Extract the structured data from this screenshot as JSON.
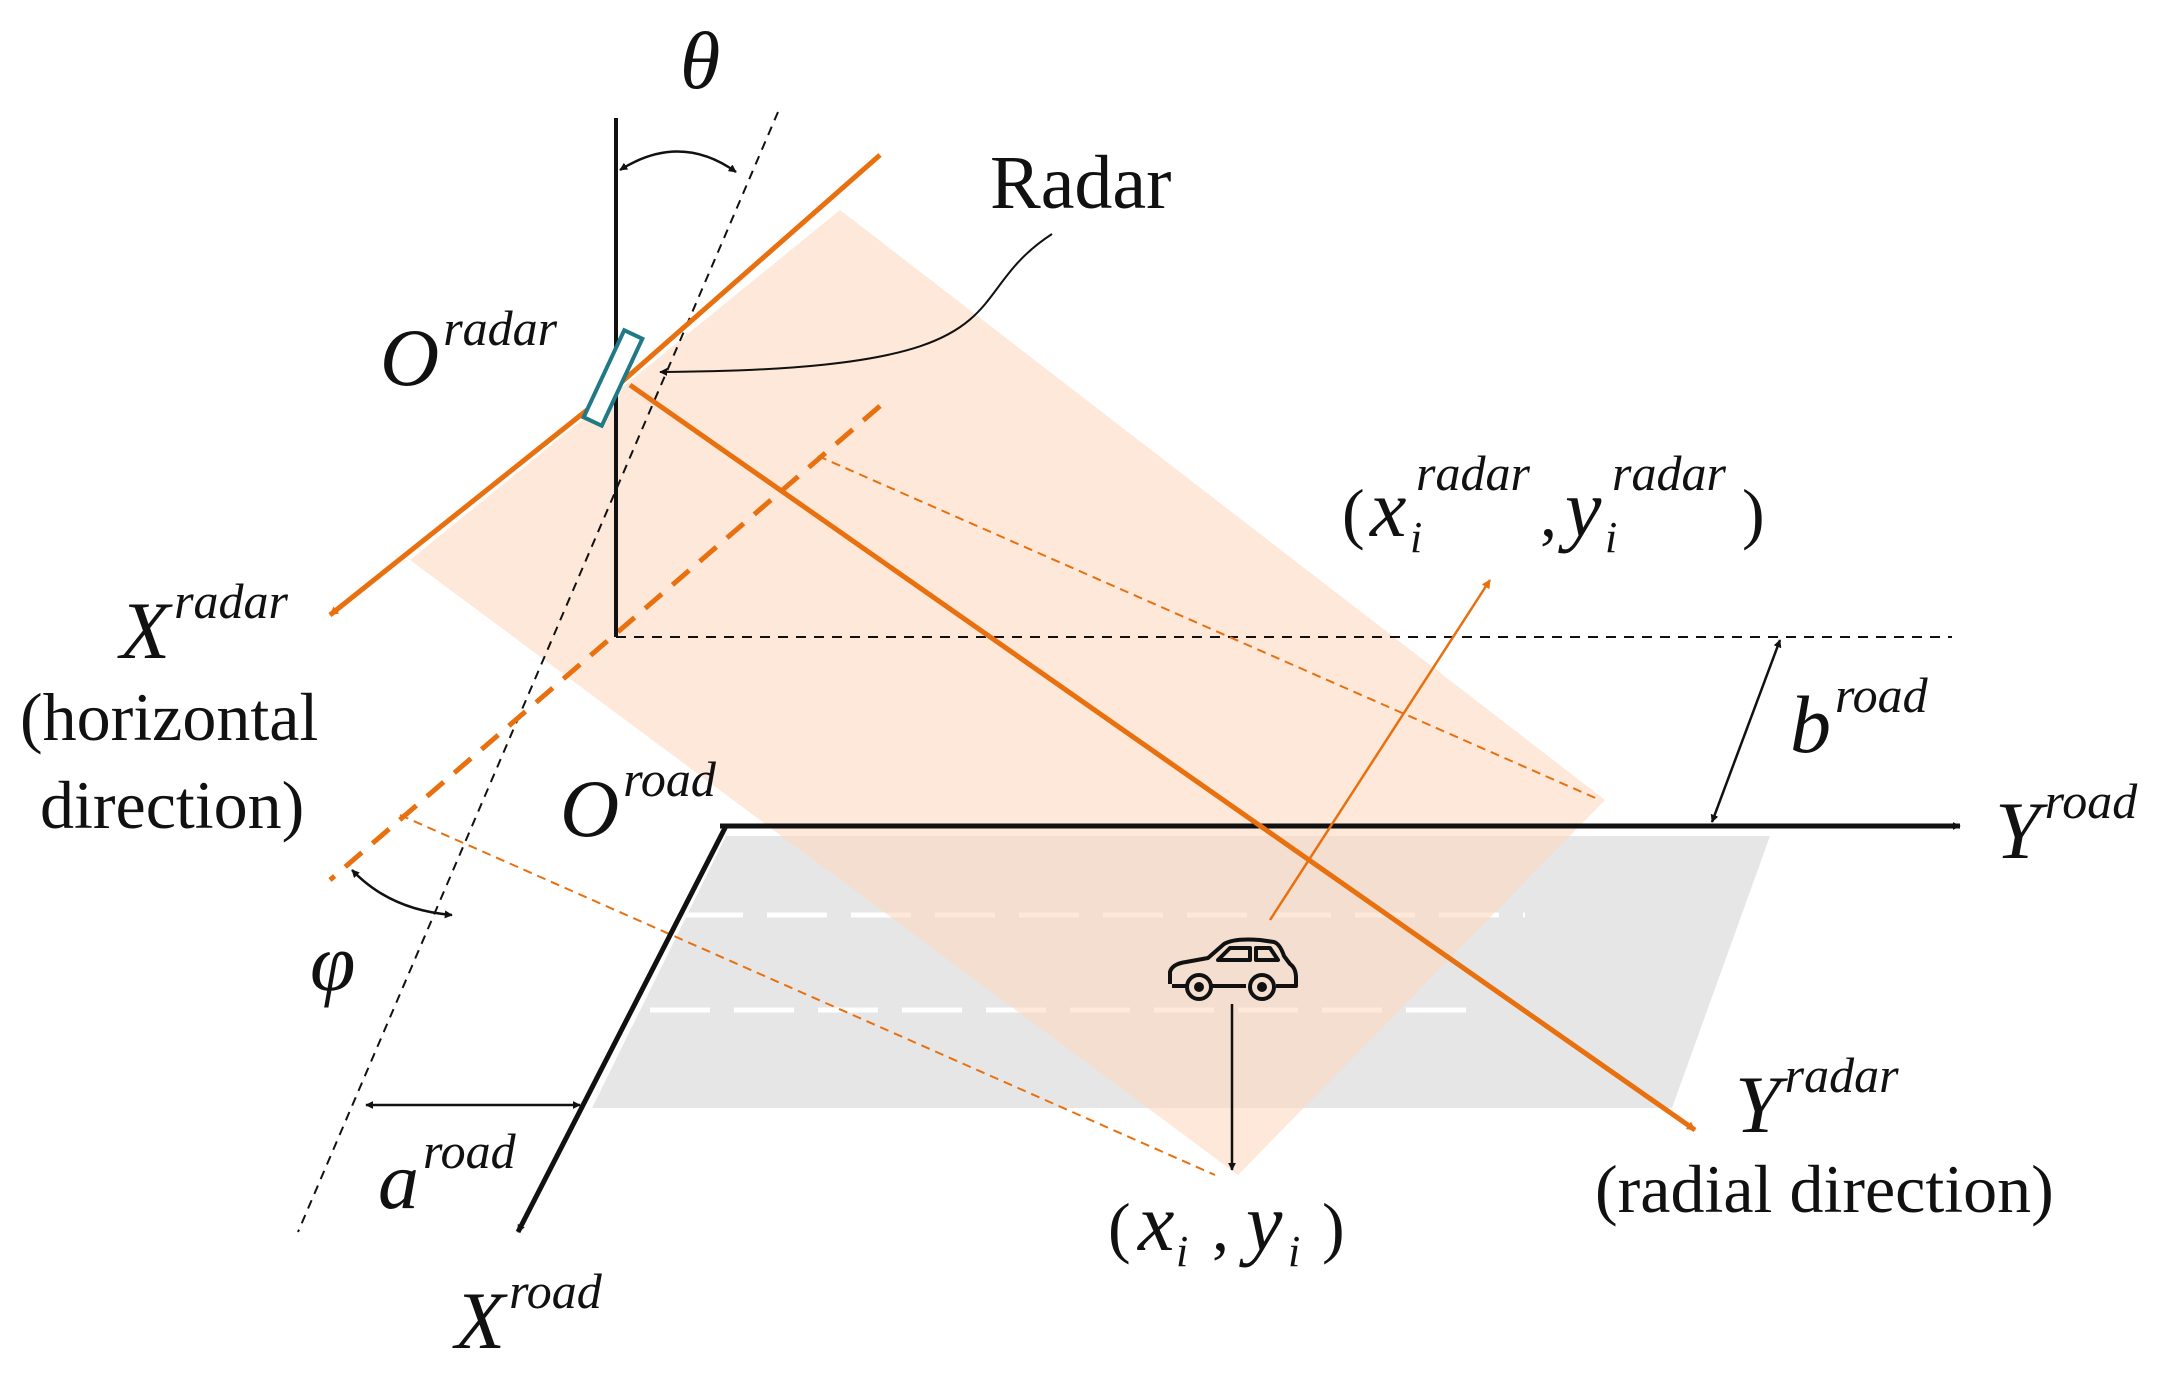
{
  "labels": {
    "theta": "θ",
    "phi": "φ",
    "radar": "Radar",
    "o_radar": {
      "base": "O",
      "sup": "radar"
    },
    "x_radar": {
      "base": "X",
      "sup": "radar",
      "note_line1": "(horizontal",
      "note_line2": "direction)"
    },
    "y_radar": {
      "base": "Y",
      "sup": "radar",
      "note": "(radial direction)"
    },
    "o_road": {
      "base": "O",
      "sup": "road"
    },
    "x_road": {
      "base": "X",
      "sup": "road"
    },
    "y_road": {
      "base": "Y",
      "sup": "road"
    },
    "a_road": {
      "base": "a",
      "sup": "road"
    },
    "b_road": {
      "base": "b",
      "sup": "road"
    },
    "point_radar": {
      "open": "(",
      "x": "x",
      "xsub": "i",
      "xsup": "radar",
      "comma": ",",
      "y": "y",
      "ysub": "i",
      "ysup": "radar",
      "close": ")"
    },
    "point_road": {
      "open": "(",
      "x": "x",
      "xsub": "i",
      "comma": ",",
      "y": "y",
      "ysub": "i",
      "close": ")"
    }
  },
  "icons": [
    "car-icon",
    "radar-sensor-icon"
  ],
  "colors": {
    "orange": "#E8700F",
    "beam": "#FDE3D2",
    "road": "#E6E6E6",
    "black": "#111111"
  }
}
